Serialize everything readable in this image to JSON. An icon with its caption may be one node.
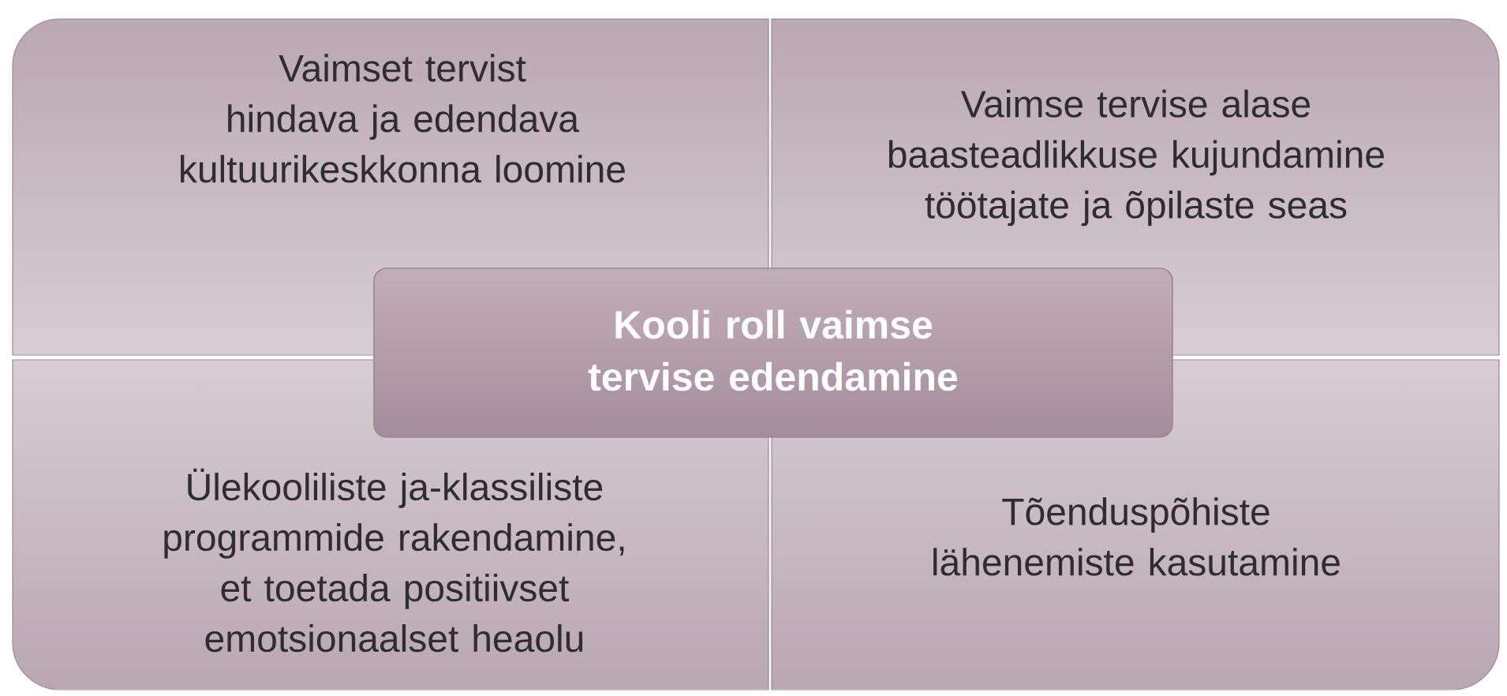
{
  "diagram": {
    "nodes": [
      {
        "text": [
          "Vaimset tervist hindava ja edendava kultuurikeskkonna loomine"
        ]
      },
      {
        "text": [
          "Vaimse tervise alase baasteadlikkuse kujundamine töötajate ja õpilaste seas"
        ]
      },
      {
        "text": [
          "Kooli roll vaimse tervise edendamine"
        ]
      },
      {
        "text": [
          "Ülekooliliste ja-klassiliste programmide rakendamine, et toetada positiivset emotsionaalset heaolu"
        ]
      },
      {
        "text": [
          "Tõenduspõhiste lähenemiste kasutamine"
        ]
      }
    ]
  }
}
